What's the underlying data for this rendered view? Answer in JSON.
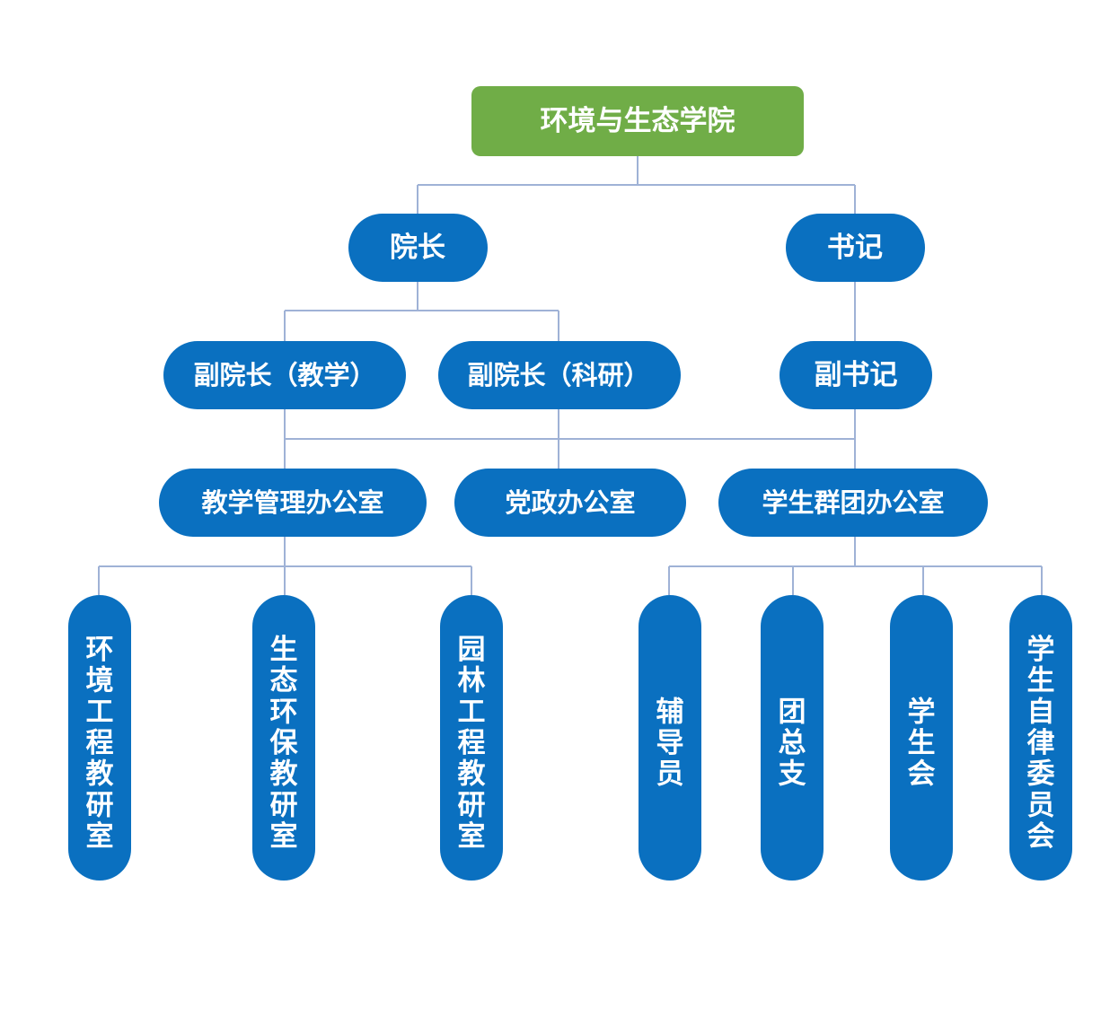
{
  "colors": {
    "root_fill": "#70ad47",
    "node_fill": "#0a70c0",
    "text": "#ffffff",
    "connector": "#9fb2d6",
    "background": "#ffffff"
  },
  "org": {
    "root": "环境与生态学院",
    "dean": "院长",
    "secretary": "书记",
    "vice_dean_teaching": "副院长（教学）",
    "vice_dean_research": "副院长（科研）",
    "deputy_secretary": "副书记",
    "teaching_office": "教学管理办公室",
    "party_office": "党政办公室",
    "student_office": "学生群团办公室",
    "env_eng_group": "环境工程教研室",
    "eco_env_group": "生态环保教研室",
    "landscape_group": "园林工程教研室",
    "counselor": "辅导员",
    "youth_league": "团总支",
    "student_union": "学生会",
    "self_discipline": "学生自律委员会"
  }
}
